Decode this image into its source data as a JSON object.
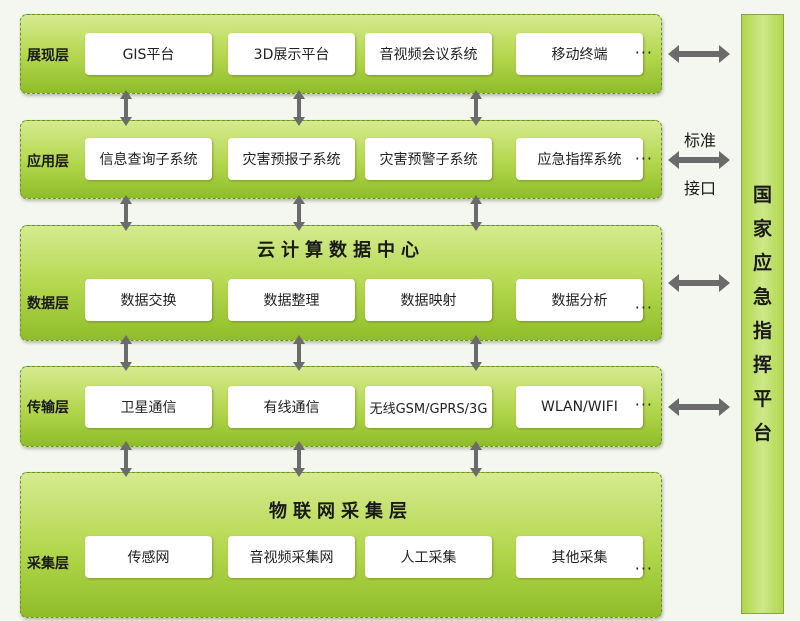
{
  "layers": [
    {
      "label": "展现层",
      "items": [
        "GIS平台",
        "3D展示平台",
        "音视频会议系统",
        "移动终端"
      ],
      "more": "···"
    },
    {
      "label": "应用层",
      "items": [
        "信息查询子系统",
        "灾害预报子系统",
        "灾害预警子系统",
        "应急指挥系统"
      ],
      "more": "···"
    },
    {
      "label": "数据层",
      "heading": "云计算数据中心",
      "items": [
        "数据交换",
        "数据整理",
        "数据映射",
        "数据分析"
      ],
      "more": "···"
    },
    {
      "label": "传输层",
      "items": [
        "卫星通信",
        "有线通信",
        "无线GSM/GPRS/3G",
        "WLAN/WIFI"
      ],
      "more": "···"
    },
    {
      "label": "采集层",
      "heading": "物联网采集层",
      "items": [
        "传感网",
        "音视频采集网",
        "人工采集",
        "其他采集"
      ],
      "more": "···"
    }
  ],
  "interface": {
    "line1": "标准",
    "line2": "接口"
  },
  "platform": [
    "国",
    "家",
    "应",
    "急",
    "指",
    "挥",
    "平",
    "台"
  ],
  "colors": {
    "layer_top": "#d5eb8f",
    "layer_bottom": "#8fbd2a",
    "border": "#6f8f2c",
    "arrow": "#6b6b6b"
  }
}
